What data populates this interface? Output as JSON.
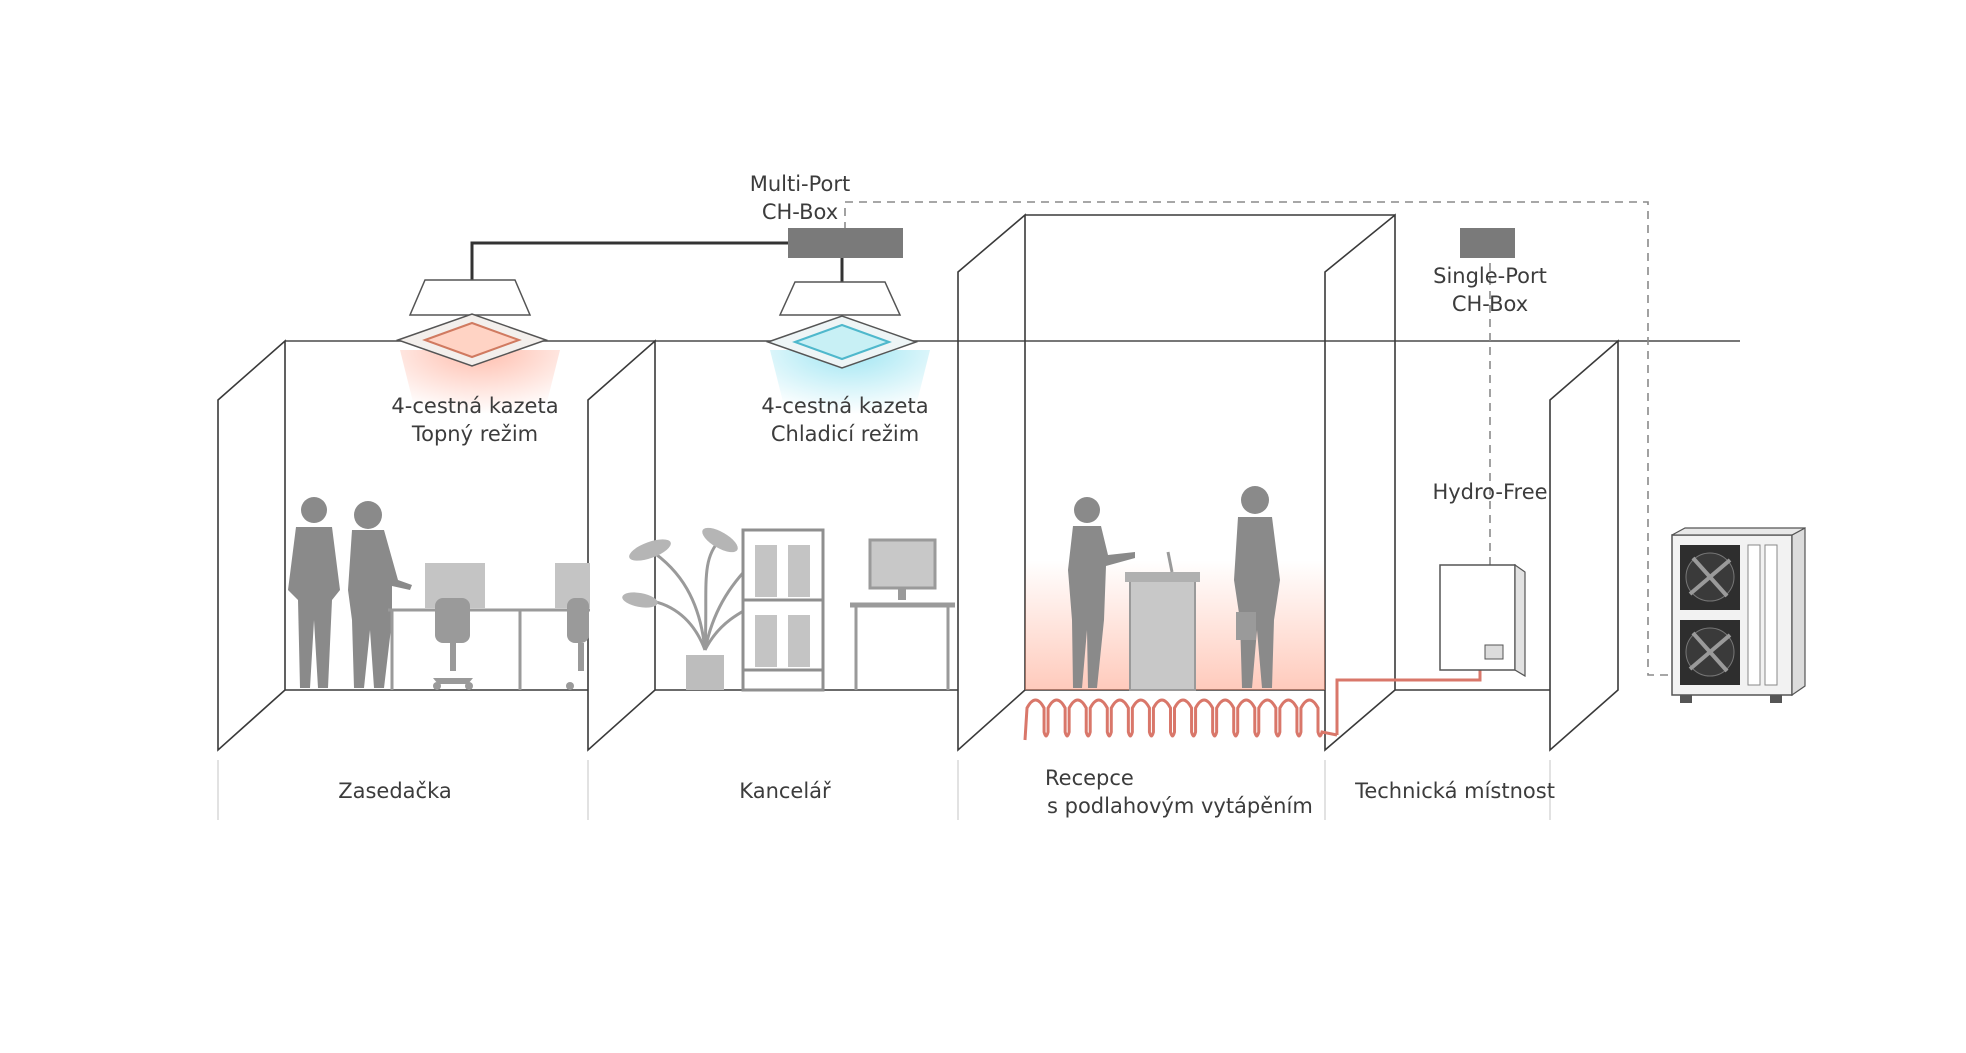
{
  "colors": {
    "line": "#4a4a4a",
    "wall": "#3a3a3a",
    "silhouette": "#8a8a8a",
    "furniture": "#9a9a9a",
    "duct": "#7a7a7a",
    "heating": "#ff6a45",
    "cooling": "#4fd0e8",
    "floor_pipe": "#d9776a",
    "dashed": "#8a8a8a",
    "text": "#3c3c3c"
  },
  "labels": {
    "multi_port": {
      "line1": "Multi-Port",
      "line2": "CH-Box"
    },
    "single_port": {
      "line1": "Single-Port",
      "line2": "CH-Box"
    },
    "cassette_heat": {
      "line1": "4-cestná kazeta",
      "line2": "Topný režim"
    },
    "cassette_cool": {
      "line1": "4-cestná kazeta",
      "line2": "Chladicí režim"
    },
    "hydro_free": "Hydro-Free",
    "rooms": {
      "meeting": "Zasedačka",
      "office": "Kancelář",
      "reception": {
        "line1": "Recepce",
        "line2": "s podlahovým vytápěním"
      },
      "technical": "Technická místnost"
    }
  },
  "icons": [
    "ceiling-cassette-icon",
    "ch-box-icon",
    "outdoor-unit-icon",
    "hydro-free-unit-icon",
    "person-silhouette-icon",
    "plant-icon",
    "monitor-icon",
    "office-chair-icon",
    "reception-desk-icon"
  ]
}
